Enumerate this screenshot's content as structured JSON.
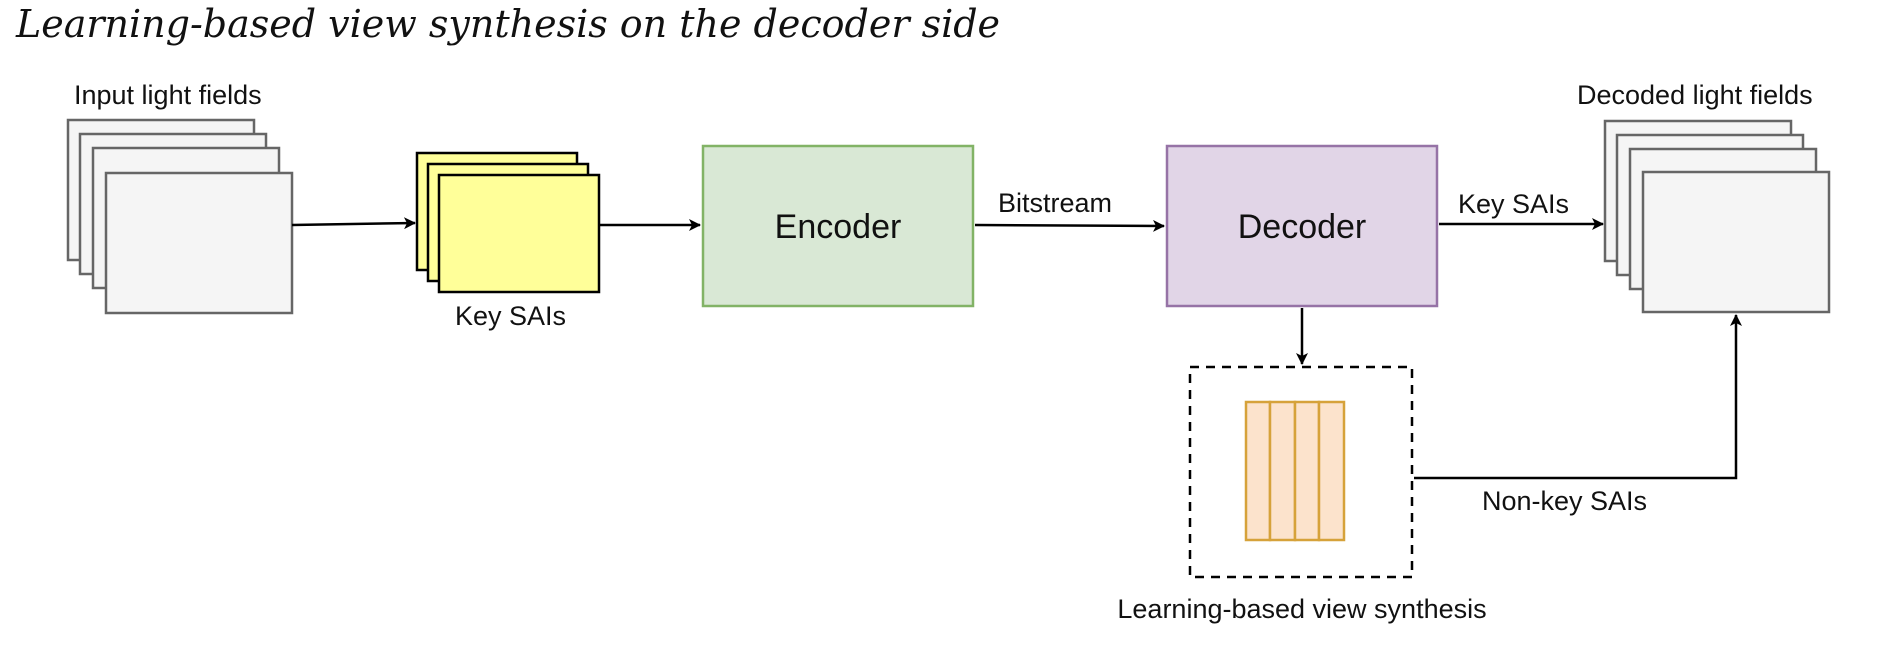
{
  "title": "Learning-based view synthesis on the decoder side",
  "diagram": {
    "input_label": "Input light fields",
    "key_sais_label": "Key SAIs",
    "encoder_label": "Encoder",
    "bitstream_label": "Bitstream",
    "decoder_label": "Decoder",
    "key_sais_out_label": "Key SAIs",
    "decoded_label": "Decoded light fields",
    "nonkey_label": "Non-key SAIs",
    "synthesis_label": "Learning-based view synthesis"
  },
  "colors": {
    "encoder_fill": "#d9e8d5",
    "encoder_stroke": "#82b366",
    "decoder_fill": "#e1d5e7",
    "decoder_stroke": "#9673a6",
    "key_sai_fill": "#ffff99",
    "synthesis_fill": "#fce3cc",
    "synthesis_stroke": "#d6a23a",
    "frame_fill": "#f5f5f5",
    "frame_stroke": "#666666"
  }
}
